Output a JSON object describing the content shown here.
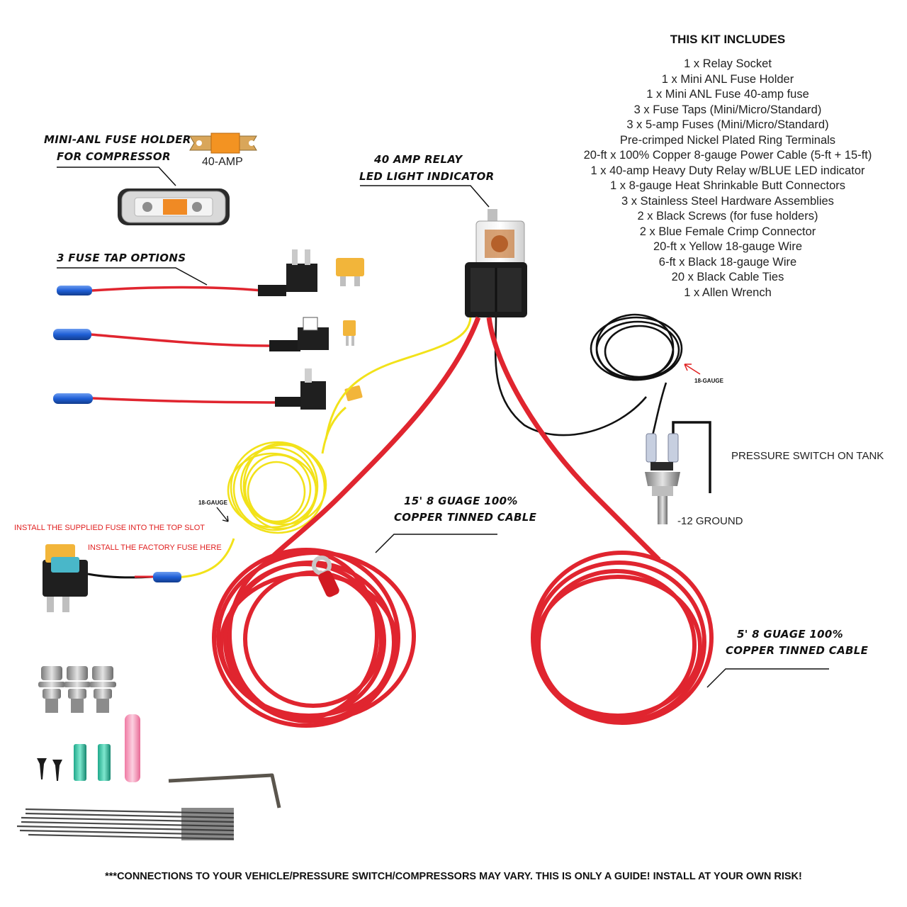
{
  "kit": {
    "title": "THIS KIT INCLUDES",
    "items": [
      "1 x Relay Socket",
      "1 x Mini ANL Fuse Holder",
      "1 x Mini ANL Fuse 40-amp fuse",
      "3 x Fuse Taps (Mini/Micro/Standard)",
      "3 x 5-amp Fuses (Mini/Micro/Standard)",
      "Pre-crimped Nickel Plated Ring Terminals",
      "20-ft x 100% Copper 8-gauge Power Cable (5-ft + 15-ft)",
      "1 x 40-amp Heavy Duty Relay w/BLUE LED indicator",
      "1 x 8-gauge Heat Shrinkable Butt Connectors",
      "3 x Stainless Steel Hardware Assemblies",
      "2 x Black Screws (for fuse holders)",
      "2 x Blue Female Crimp Connector",
      "20-ft x Yellow 18-gauge Wire",
      "6-ft x Black 18-gauge Wire",
      "20 x Black Cable Ties",
      "1 x Allen Wrench"
    ]
  },
  "labels": {
    "anl_line1": "MINI-ANL FUSE HOLDER",
    "anl_line2": "FOR COMPRESSOR",
    "fuse_amp": "40-AMP",
    "relay_line1": "40 AMP RELAY",
    "relay_line2": "LED LIGHT INDICATOR",
    "fuse_tap": "3 FUSE TAP OPTIONS",
    "gauge_black": "18-GAUGE",
    "gauge_yellow": "18-GAUGE",
    "pressure_switch": "PRESSURE SWITCH ON TANK",
    "ground": "-12 GROUND",
    "cable15_line1": "15' 8 GUAGE 100%",
    "cable15_line2": "COPPER TINNED CABLE",
    "cable5_line1": "5' 8 GUAGE 100%",
    "cable5_line2": "COPPER TINNED CABLE",
    "install_top": "INSTALL THE SUPPLIED FUSE INTO  THE TOP SLOT",
    "install_factory": "INSTALL THE  FACTORY FUSE HERE"
  },
  "disclaimer": "***CONNECTIONS TO YOUR VEHICLE/PRESSURE SWITCH/COMPRESSORS MAY VARY. THIS IS ONLY A GUIDE! INSTALL AT YOUR OWN RISK!",
  "colors": {
    "red_cable": "#e0252f",
    "yellow_wire": "#f2e21a",
    "black_wire": "#111111",
    "blue_connector": "#1f5fd6"
  }
}
